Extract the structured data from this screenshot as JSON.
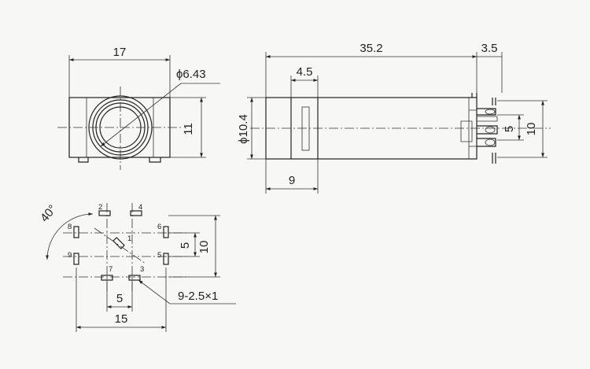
{
  "front_view": {
    "width_dim": "17",
    "height_dim": "11",
    "diameter_dim": "ϕ6.43"
  },
  "side_view": {
    "length_dim": "35.2",
    "pin_dim": "3.5",
    "ring_dim": "4.5",
    "diameter_dim": "ϕ10.4",
    "front_depth_dim": "9",
    "pin_pitch_dim": "5",
    "pin_span_dim": "10"
  },
  "footprint": {
    "angle_dim": "40°",
    "pitch_x_dim": "5",
    "span_x_dim": "15",
    "pitch_y_dim": "5",
    "span_y_dim": "10",
    "slot_note": "9-2.5×1",
    "pins": [
      "2",
      "4",
      "8",
      "6",
      "1",
      "9",
      "5",
      "7",
      "3"
    ]
  }
}
